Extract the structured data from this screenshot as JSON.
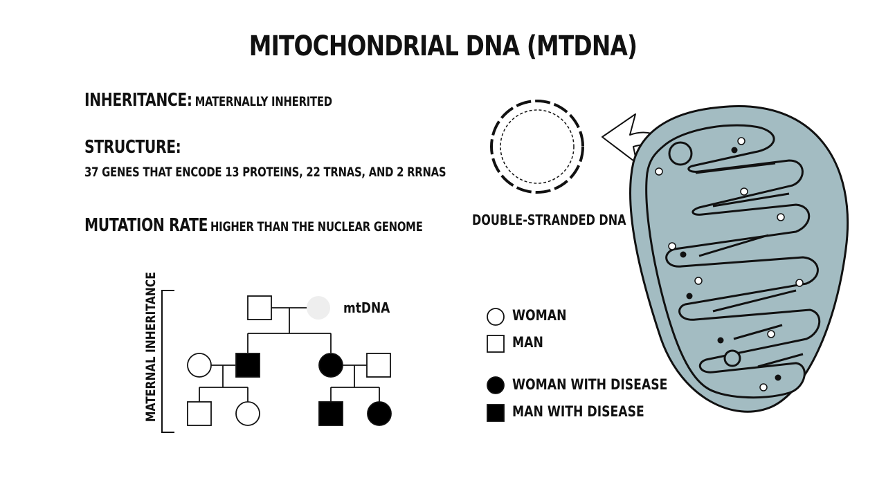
{
  "title": "MITOCHONDRIAL DNA (MTDNA)",
  "inheritance": {
    "label": "INHERITANCE:",
    "value": "MATERNALLY INHERITED"
  },
  "structure": {
    "label": "STRUCTURE:",
    "value": "37 GENES THAT ENCODE 13 PROTEINS, 22 TRNAS, AND 2 RRNAS"
  },
  "mutation_rate": {
    "label": "MUTATION RATE",
    "value": "HIGHER THAN THE NUCLEAR GENOME"
  },
  "dna_diagram": {
    "label": "DOUBLE-STRANDED DNA"
  },
  "pedigree": {
    "side_label": "MATERNAL INHERITANCE",
    "mtdna_label": "mtDNA"
  },
  "legend": {
    "woman": "WOMAN",
    "man": "MAN",
    "woman_disease": "WOMAN WITH DISEASE",
    "man_disease": "MAN WITH DISEASE"
  },
  "colors": {
    "mitochondrion_fill": "#a3bcc2",
    "outline": "#111111",
    "affected": "#000000",
    "mtdna_dot": "#eeeeee"
  }
}
